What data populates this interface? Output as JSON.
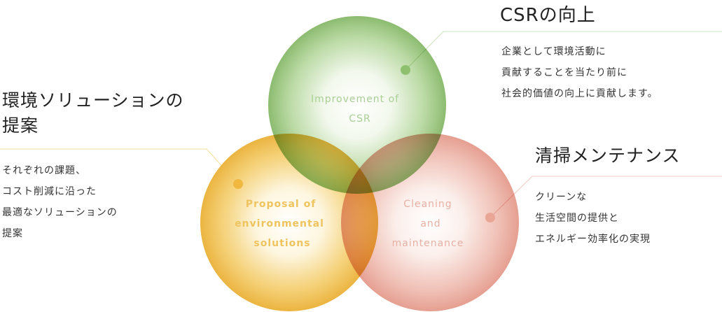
{
  "circles": {
    "csr": {
      "lines": [
        "Improvement of",
        "CSR"
      ],
      "color": "#8fbf6f",
      "text_color": "#a9cf95"
    },
    "environment": {
      "lines": [
        "Proposal of",
        "environmental",
        "solutions"
      ],
      "color": "#eab23a",
      "text_color": "#efc45e"
    },
    "cleaning": {
      "lines": [
        "Cleaning",
        "and",
        "maintenance"
      ],
      "color": "#e6a094",
      "text_color": "#e8b0a4"
    }
  },
  "sections": {
    "csr": {
      "title_lines": [
        "CSRの向上"
      ],
      "body_lines": [
        "企業として環境活動に",
        "貢献することを当たり前に",
        "社会的価値の向上に貢献します。"
      ],
      "accent": "#9fcf84"
    },
    "environment": {
      "title_lines": [
        "環境ソリューションの",
        "提案"
      ],
      "body_lines": [
        "それぞれの課題、",
        "コスト削減に沿った",
        "最適なソリューションの",
        "提案"
      ],
      "accent": "#f0c24e"
    },
    "cleaning": {
      "title_lines": [
        "清掃メンテナンス"
      ],
      "body_lines": [
        "クリーンな",
        "生活空間の提供と",
        "エネルギー効率化の実現"
      ],
      "accent": "#e6a08f"
    }
  }
}
